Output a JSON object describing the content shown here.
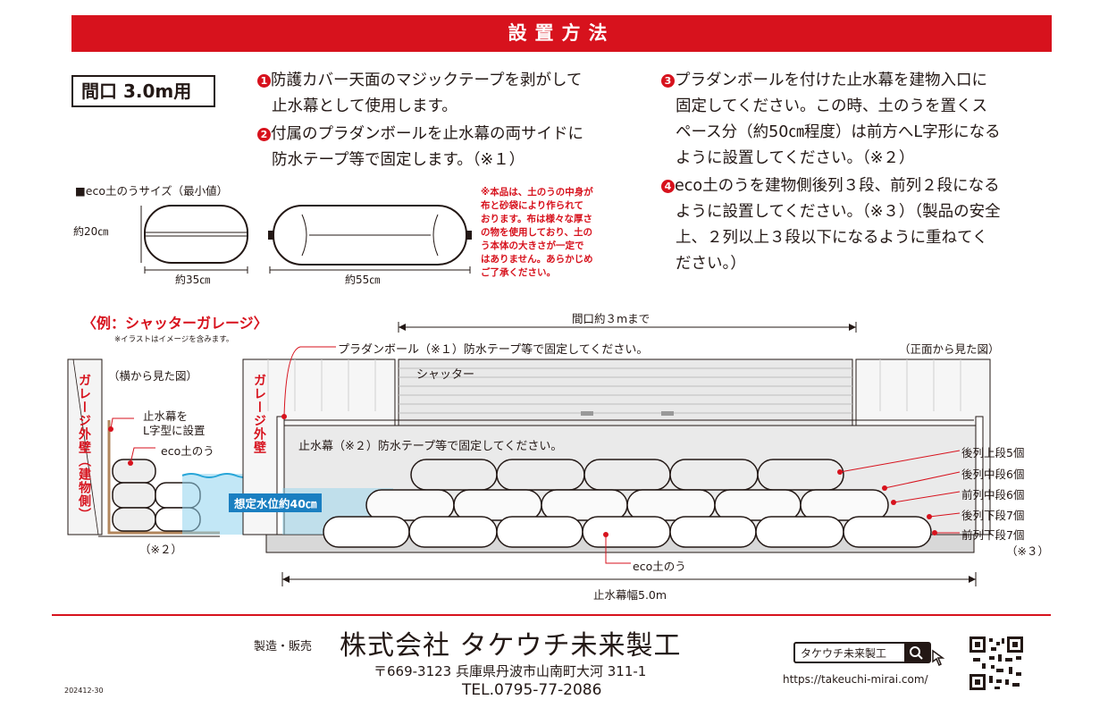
{
  "header": {
    "title": "設置方法"
  },
  "size_label": "間口 3.0m用",
  "steps": [
    {
      "num": "1",
      "lines": [
        "防護カバー天面のマジックテープを剥がして",
        "止水幕として使用します。"
      ]
    },
    {
      "num": "2",
      "lines": [
        "付属のプラダンボールを止水幕の両サイドに",
        "防水テープ等で固定します。（※１）"
      ]
    },
    {
      "num": "3",
      "lines": [
        "プラダンボールを付けた止水幕を建物入口に",
        "固定してください。この時、土のうを置くス",
        "ペース分（約50㎝程度）は前方へL字形になる",
        "ように設置してください。（※２）"
      ]
    },
    {
      "num": "4",
      "lines": [
        "eco土のうを建物側後列３段、前列２段になる",
        "ように設置してください。（※３）（製品の安全",
        "上、２列以上３段以下になるように重ねてく",
        "ださい。）"
      ]
    }
  ],
  "eco_size": {
    "title": "■eco土のうサイズ（最小値）",
    "height": "約20㎝",
    "width_small": "約35㎝",
    "width_large": "約55㎝"
  },
  "product_note": [
    "※本品は、土のうの中身が",
    "布と砂袋により作られて",
    "おります。布は様々な厚さ",
    "の物を使用しており、土の",
    "う本体の大きさが一定で",
    "はありません。あらかじめ",
    "ご了承ください。"
  ],
  "example": {
    "title": "〈例：シャッターガレージ〉",
    "note": "※イラストはイメージを含みます。"
  },
  "diagram": {
    "side_view": "（横から見た図）",
    "front_view": "（正面から見た図）",
    "wall_left": "ガレージ外壁（建物側）",
    "wall_right": "ガレージ外壁",
    "l_shape": [
      "止水幕を",
      "L字型に設置"
    ],
    "eco_bag": "eco土のう",
    "note2": "（※２）",
    "note3": "（※３）",
    "opening": "間口約３mまで",
    "pradan": "プラダンボール（※１）防水テープ等で固定してください。",
    "shutter": "シャッター",
    "curtain": "止水幕（※２）防水テープ等で固定してください。",
    "water": "想定水位約40㎝",
    "rows": [
      "後列上段5個",
      "後列中段6個",
      "前列中段6個",
      "後列下段7個",
      "前列下段7個"
    ],
    "eco_bottom": "eco土のう",
    "width": "止水幕幅5.0m"
  },
  "footer": {
    "role": "製造・販売",
    "company": "株式会社 タケウチ未来製工",
    "address": "〒669-3123  兵庫県丹波市山南町大河 311-1",
    "tel": "TEL.0795-77-2086",
    "search_text": "タケウチ未来製工",
    "url": "https://takeuchi-mirai.com/",
    "code": "202412-30"
  },
  "colors": {
    "accent": "#d7121d",
    "water": "#8fd3ee",
    "ink": "#231815"
  },
  "icons": {
    "search": "magnifier-icon",
    "cursor": "hand-cursor-icon",
    "qr": "qr-code-icon"
  }
}
